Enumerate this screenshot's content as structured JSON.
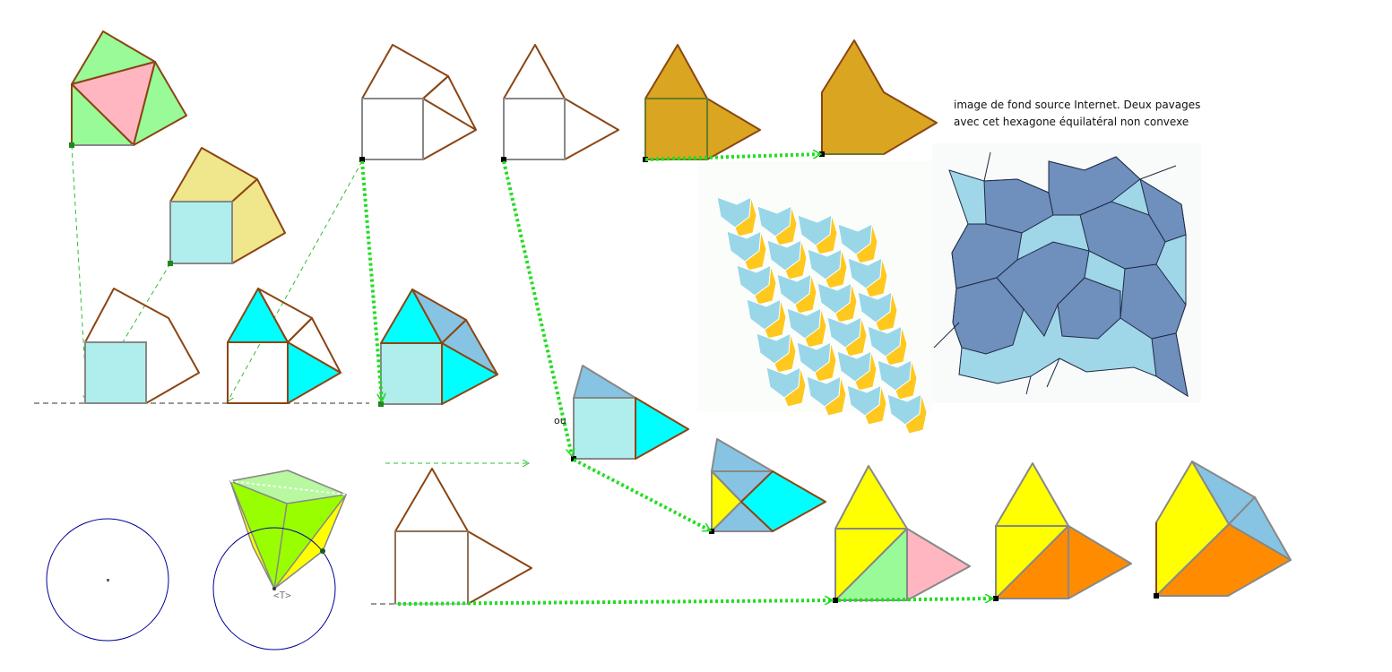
{
  "caption": "image de fond source Internet. Deux pavages avec cet hexagone équilatéral non convexe",
  "or_label": "ou",
  "vertex_label": "<T>",
  "colors": {
    "edge_brown": "#8b4513",
    "edge_gray": "#888888",
    "arrow_green": "#22dd22",
    "dashed_green": "#33bb33",
    "light_cyan": "#b0eded",
    "cyan": "#00ffff",
    "sky_blue": "#87c4e3",
    "light_green": "#98fb98",
    "pink": "#ffb6c1",
    "khaki": "#f0e68c",
    "goldenrod": "#daa520",
    "yellow": "#ffff00",
    "orange": "#ff8c00",
    "chartreuse": "#99ff00",
    "tile_gold": "#ffc81e",
    "tile_lightblue": "#99d7e8",
    "tile_steel": "#6f8fbd",
    "circle_blue": "#000099"
  }
}
